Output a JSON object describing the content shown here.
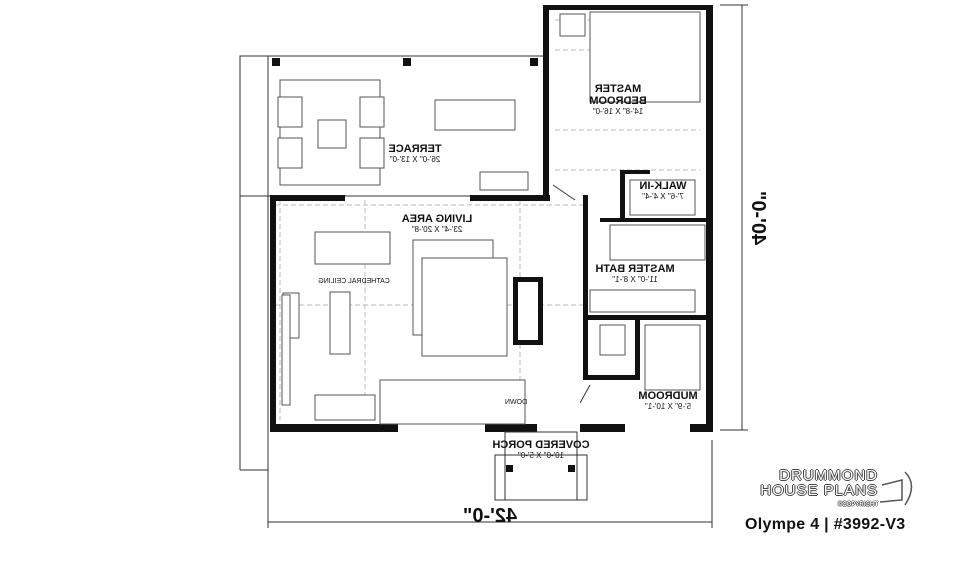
{
  "plan": {
    "rooms": [
      {
        "name": "MASTER BEDROOM",
        "line1": "MASTER",
        "line2": "BEDROOM",
        "size": "14'-8\" X 16'-0\""
      },
      {
        "name": "TERRACE",
        "line1": "TERRACE",
        "size": "26'-0\" X 13'-0\""
      },
      {
        "name": "WALK-IN",
        "line1": "WALK-IN",
        "size": "7'-6\" X 4'-4\""
      },
      {
        "name": "LIVING AREA",
        "line1": "LIVING AREA",
        "size": "23'-4\" X 20'-8\""
      },
      {
        "name": "MASTER BATH",
        "line1": "MASTER BATH",
        "size": "11'-0\" X 8'-1\""
      },
      {
        "name": "MUDROOM",
        "line1": "MUDROOM",
        "size": "5'-9\" X 10'-1\""
      },
      {
        "name": "COVERED PORCH",
        "line1": "COVERED PORCH",
        "size": "10'-0\" X 5'-0\""
      }
    ],
    "annotations": {
      "cathedral": "CATHEDRAL CEILING",
      "stairs": "DOWN"
    },
    "dimensions": {
      "width": "42'-0\"",
      "depth": "40'-0\""
    },
    "text_mirrored": true
  },
  "branding": {
    "logo_line1": "DRUMMOND",
    "logo_line2": "HOUSE PLANS",
    "copyright": "©COPYRIGHT",
    "plan_name": "Olympe 4 | #3992-V3"
  }
}
